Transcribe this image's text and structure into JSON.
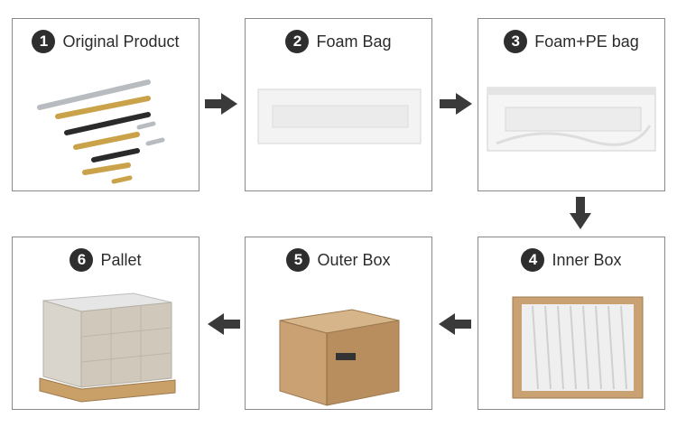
{
  "steps": [
    {
      "number": "1",
      "label": "Original Product"
    },
    {
      "number": "2",
      "label": "Foam Bag"
    },
    {
      "number": "3",
      "label": "Foam+PE bag"
    },
    {
      "number": "4",
      "label": "Inner Box"
    },
    {
      "number": "5",
      "label": "Outer Box"
    },
    {
      "number": "6",
      "label": "Pallet"
    }
  ],
  "colors": {
    "border": "#8a8a8a",
    "badge": "#2e2e2e",
    "arrow": "#3a3a3a",
    "cardboard": "#c9a172"
  },
  "icons": [
    "arrow-right-icon",
    "arrow-down-icon",
    "arrow-left-icon"
  ]
}
